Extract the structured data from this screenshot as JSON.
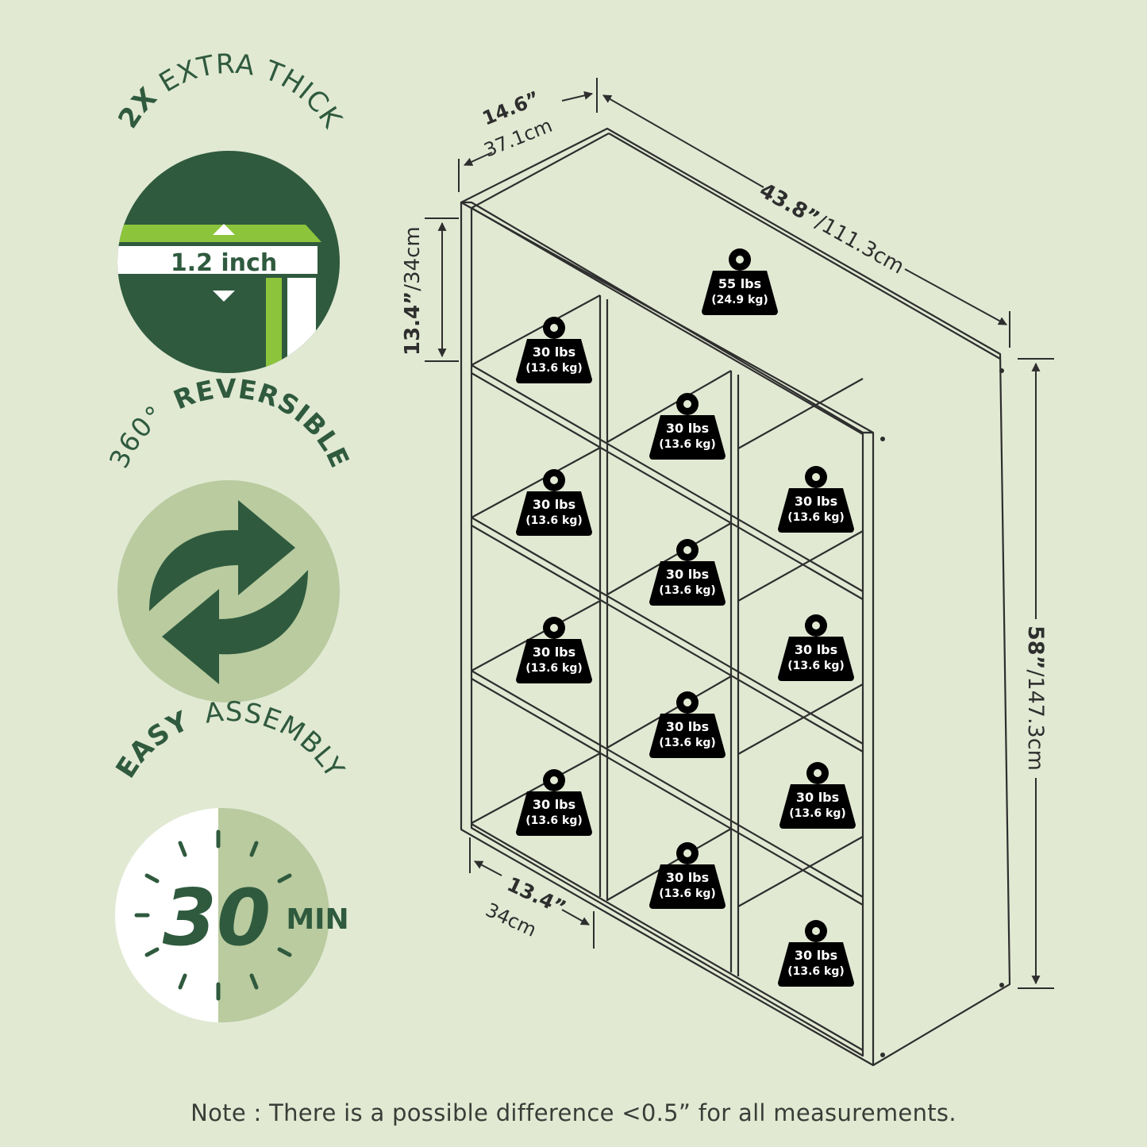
{
  "badges": {
    "thick": {
      "label_bold": "2X",
      "label_light": "EXTRA THICK",
      "measure": "1.2 inch"
    },
    "reversible": {
      "label_light": "360°",
      "label_bold": "REVERSIBLE"
    },
    "assembly": {
      "label_bold": "EASY",
      "label_light": "ASSEMBLY",
      "time": "30",
      "unit": "MIN"
    }
  },
  "dimensions": {
    "depth_in": "14.6”",
    "depth_cm": "37.1cm",
    "width_in": "43.8”",
    "width_cm": "/111.3cm",
    "cube_h_in": "13.4”",
    "cube_h_cm": "/34cm",
    "height_in": "58”",
    "height_cm": "/147.3cm",
    "cube_w_in": "13.4”",
    "cube_w_cm": "34cm"
  },
  "weights": {
    "top": {
      "lbs": "55 lbs",
      "kg": "(24.9 kg)"
    },
    "cube": {
      "lbs": "30 lbs",
      "kg": "(13.6 kg)"
    }
  },
  "note": "Note : There is a possible difference <0.5” for all measurements.",
  "colors": {
    "background": "#e1e9d3",
    "dark_green": "#2f5a3e",
    "light_green": "#b9cb9f",
    "accent_lime": "#8cc43c",
    "line": "#2e2e2e"
  }
}
